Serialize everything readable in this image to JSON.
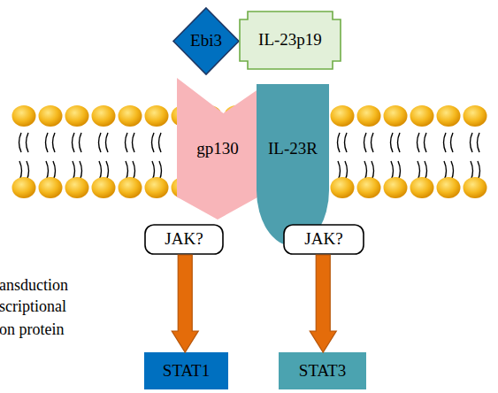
{
  "diagram": {
    "nodes": [
      {
        "text": [
          "Ebi3"
        ]
      },
      {
        "text": [
          "IL-23p19"
        ]
      },
      {
        "text": [
          "gp130"
        ]
      },
      {
        "text": [
          "IL-23R"
        ]
      },
      {
        "text": [
          "JAK?"
        ]
      },
      {
        "text": [
          "JAK?"
        ]
      },
      {
        "text": [
          "STAT1"
        ]
      },
      {
        "text": [
          "STAT3"
        ]
      }
    ],
    "edges": [
      {
        "from": 4,
        "to": 6,
        "arrow": "to"
      },
      {
        "from": 5,
        "to": 7,
        "arrow": "to"
      }
    ],
    "labels": [
      "ansduction",
      "scriptional",
      "on protein"
    ]
  }
}
